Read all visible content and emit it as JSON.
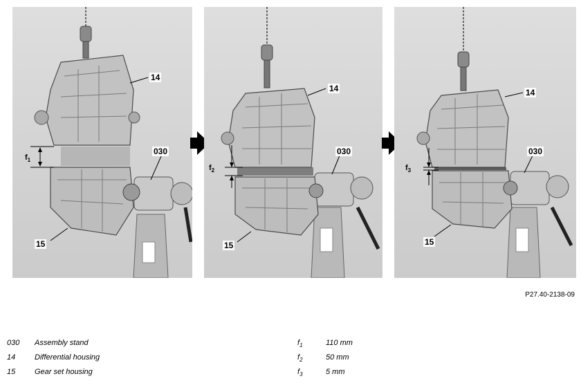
{
  "figure": {
    "reference": "P27.40-2138-09",
    "panels": [
      {
        "callouts": [
          "14",
          "030",
          "15"
        ],
        "gap_label": "f",
        "gap_sub": "1"
      },
      {
        "callouts": [
          "14",
          "030",
          "15"
        ],
        "gap_label": "f",
        "gap_sub": "2"
      },
      {
        "callouts": [
          "14",
          "030",
          "15"
        ],
        "gap_label": "f",
        "gap_sub": "3"
      }
    ]
  },
  "legend": {
    "items": [
      {
        "key": "030",
        "text": "Assembly stand"
      },
      {
        "key": "14",
        "text": "Differential housing"
      },
      {
        "key": "15",
        "text": "Gear set housing"
      }
    ],
    "dimensions": [
      {
        "symbol": "f",
        "sub": "1",
        "value": "110 mm"
      },
      {
        "symbol": "f",
        "sub": "2",
        "value": "50 mm"
      },
      {
        "symbol": "f",
        "sub": "3",
        "value": "5 mm"
      }
    ]
  }
}
